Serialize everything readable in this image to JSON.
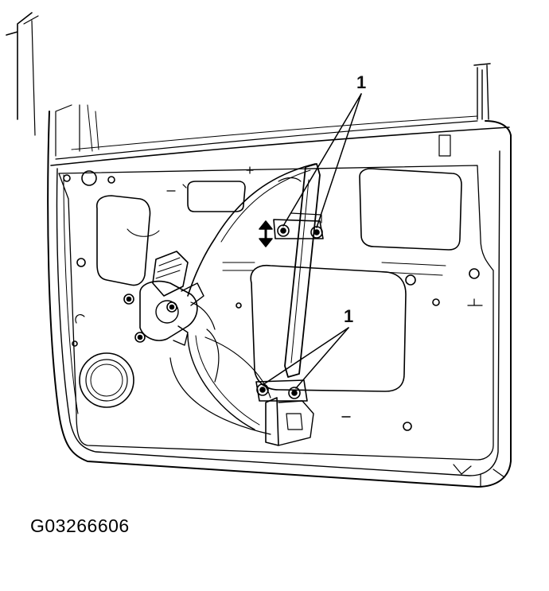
{
  "figure": {
    "callouts": [
      "1",
      "1"
    ],
    "figure_id": "G03266606",
    "line_color": "#000000",
    "background": "#ffffff"
  }
}
